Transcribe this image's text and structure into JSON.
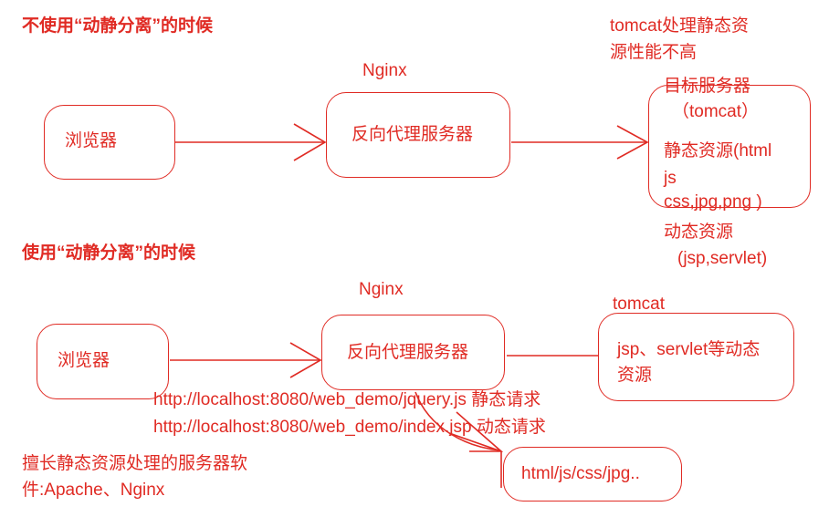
{
  "diagram": {
    "accent_color": "#e02b24",
    "background": "#ffffff",
    "section_top": {
      "title": "不使用“动静分离”的时候",
      "note": "tomcat处理静态资\n源性能不高",
      "nginx_label": "Nginx",
      "nodes": {
        "browser": "浏览器",
        "proxy": "反向代理服务器",
        "target_line1": "目标服务器",
        "target_line2": "（tomcat）",
        "target_line3": "静态资源(html",
        "target_line4": "js",
        "target_line5": "css,jpg,png )"
      },
      "overflow_text_line1": "动态资源",
      "overflow_text_line2": "(jsp,servlet)"
    },
    "section_bottom": {
      "title": "使用“动静分离”的时候",
      "nginx_label": "Nginx",
      "tomcat_label": "tomcat",
      "nodes": {
        "browser": "浏览器",
        "proxy": "反向代理服务器",
        "tomcat_line1": "jsp、servlet等动态",
        "tomcat_line2": "资源",
        "static_box": "html/js/css/jpg.."
      },
      "url_static": "http://localhost:8080/web_demo/jquery.js 静态请求",
      "url_dynamic": "http://localhost:8080/web_demo/index.jsp 动态请求",
      "footer_line1": "擅长静态资源处理的服务器软",
      "footer_line2": "件:Apache、Nginx"
    }
  }
}
